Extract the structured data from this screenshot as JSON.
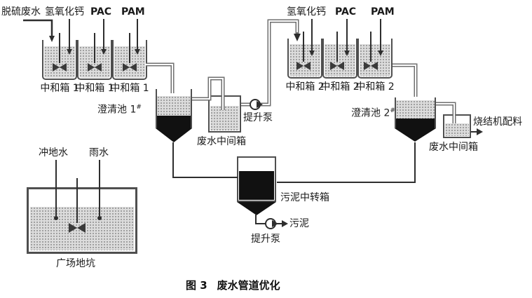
{
  "diagram": {
    "caption": {
      "fig": "图 3",
      "title": "废水管道优化"
    },
    "inputs_left": {
      "desulf_wastewater": "脱硫废水",
      "lime": "氢氧化钙",
      "pac": "PAC",
      "pam": "PAM"
    },
    "inputs_right": {
      "lime": "氢氧化钙",
      "pac": "PAC",
      "pam": "PAM"
    },
    "left_train": {
      "tanks": [
        "中和箱 1",
        "中和箱 1",
        "中和箱 1"
      ],
      "clarifier": "澄清池 1",
      "clarifier_sup": "#",
      "intermediate_tank": "废水中间箱",
      "pump": "提升泵"
    },
    "right_train": {
      "tanks": [
        "中和箱 2",
        "中和箱 2",
        "中和箱 2"
      ],
      "clarifier": "澄清池 2",
      "clarifier_sup": "#",
      "intermediate_tank": "废水中间箱",
      "output": "烧结机配料"
    },
    "sludge": {
      "tank": "污泥中转箱",
      "pump": "提升泵",
      "output": "污泥"
    },
    "pit": {
      "flush_water": "冲地水",
      "rain_water": "雨水",
      "label": "广场地坑"
    },
    "icons": {
      "mixer": "bowtie-agitator-icon",
      "pump": "circle-pump-icon"
    },
    "colors": {
      "pipe": "#6f6f6f",
      "line": "#2e2e2e",
      "tank_fill": "#dcdcdc",
      "sludge_fill": "#111111"
    }
  }
}
